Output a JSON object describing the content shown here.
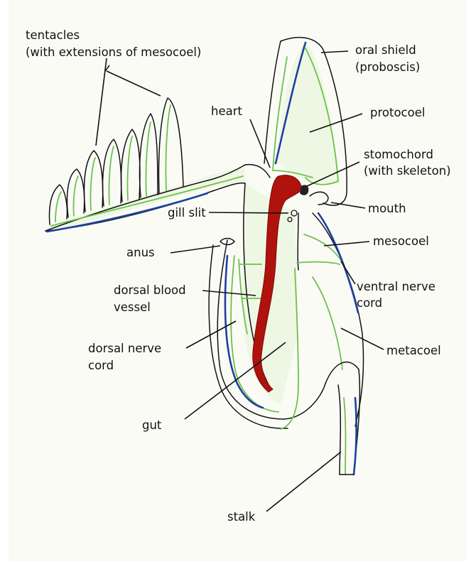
{
  "labels": {
    "tentacles_1": "tentacles",
    "tentacles_2": "(with extensions of mesocoel)",
    "oral_shield_1": "oral shield",
    "oral_shield_2": "(proboscis)",
    "heart": "heart",
    "protocoel": "protocoel",
    "stomochord_1": "stomochord",
    "stomochord_2": "(with skeleton)",
    "gill_slit": "gill slit",
    "mouth": "mouth",
    "anus": "anus",
    "mesocoel": "mesocoel",
    "ventral_nerve_1": "ventral nerve",
    "ventral_nerve_2": "cord",
    "dorsal_blood_1": "dorsal blood",
    "dorsal_blood_2": "vessel",
    "dorsal_nerve_1": "dorsal nerve",
    "dorsal_nerve_2": "cord",
    "metacoel": "metacoel",
    "gut": "gut",
    "stalk": "stalk"
  },
  "colors": {
    "outline": "#111111",
    "coelom_lining": "#6cc24a",
    "nerve_cord": "#1f3fa0",
    "blood_vessel": "#b0120e"
  }
}
